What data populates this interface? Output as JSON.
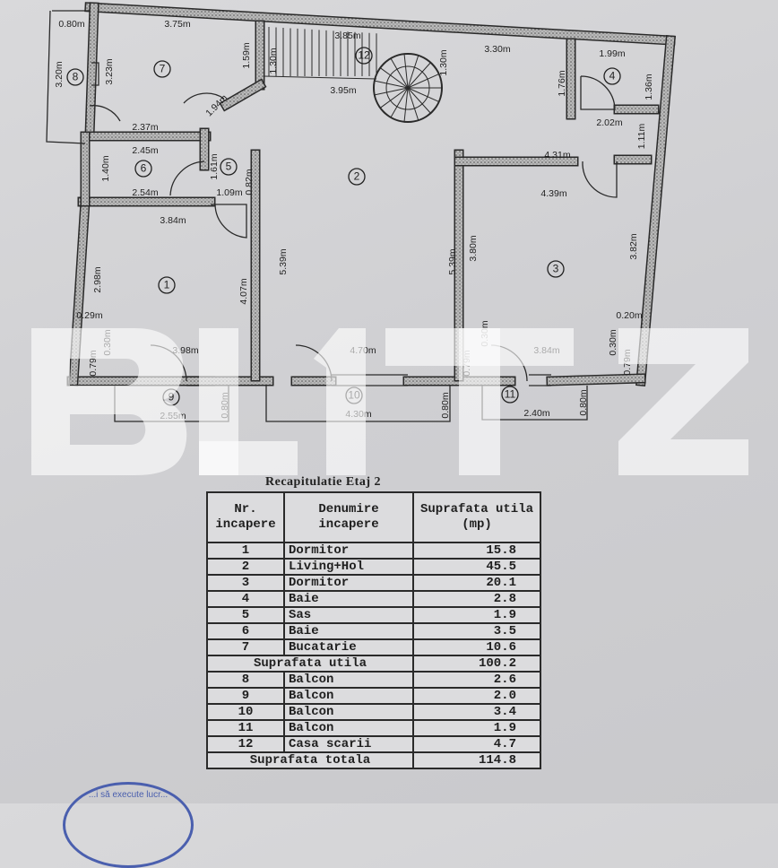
{
  "plan": {
    "room_numbers": [
      "1",
      "2",
      "3",
      "4",
      "5",
      "6",
      "7",
      "8",
      "9",
      "10",
      "11",
      "12"
    ],
    "dimensions": [
      "0.80m",
      "3.75m",
      "1.59m",
      "3.85m",
      "1.30m",
      "1.30m",
      "3.95m",
      "3.30m",
      "1.99m",
      "1.76m",
      "1.36m",
      "2.02m",
      "1.11m",
      "4.31m",
      "4.39m",
      "3.20m",
      "3.23m",
      "1.94m",
      "2.37m",
      "2.45m",
      "1.40m",
      "2.54m",
      "1.61m",
      "1.09m",
      "0.82m",
      "3.84m",
      "2.98m",
      "4.07m",
      "5.39m",
      "5.39m",
      "3.80m",
      "3.82m",
      "0.29m",
      "0.30m",
      "0.79m",
      "3.98m",
      "4.70m",
      "0.79m",
      "0.30m",
      "3.84m",
      "0.20m",
      "0.30m",
      "0.79m",
      "2.55m",
      "0.80m",
      "4.30m",
      "0.80m",
      "2.40m",
      "0.80m"
    ]
  },
  "watermark": "BLITZ",
  "table": {
    "title": "Recapitulatie Etaj 2",
    "headers": [
      "Nr. incapere",
      "Denumire incapere",
      "Suprafata utila (mp)"
    ],
    "rows_main": [
      {
        "nr": "1",
        "name": "Dormitor",
        "area": "15.8"
      },
      {
        "nr": "2",
        "name": "Living+Hol",
        "area": "45.5"
      },
      {
        "nr": "3",
        "name": "Dormitor",
        "area": "20.1"
      },
      {
        "nr": "4",
        "name": "Baie",
        "area": "2.8"
      },
      {
        "nr": "5",
        "name": "Sas",
        "area": "1.9"
      },
      {
        "nr": "6",
        "name": "Baie",
        "area": "3.5"
      },
      {
        "nr": "7",
        "name": "Bucatarie",
        "area": "10.6"
      }
    ],
    "subtotal": {
      "label": "Suprafata utila",
      "area": "100.2"
    },
    "rows_extra": [
      {
        "nr": "8",
        "name": "Balcon",
        "area": "2.6"
      },
      {
        "nr": "9",
        "name": "Balcon",
        "area": "2.0"
      },
      {
        "nr": "10",
        "name": "Balcon",
        "area": "3.4"
      },
      {
        "nr": "11",
        "name": "Balcon",
        "area": "1.9"
      },
      {
        "nr": "12",
        "name": "Casa scarii",
        "area": "4.7"
      }
    ],
    "total": {
      "label": "Suprafata totala",
      "area": "114.8"
    }
  },
  "stamp": "...i să execute lucr...",
  "colors": {
    "wall": "#8c8c8c",
    "ink": "#222222",
    "stamp": "#4a5fae"
  }
}
